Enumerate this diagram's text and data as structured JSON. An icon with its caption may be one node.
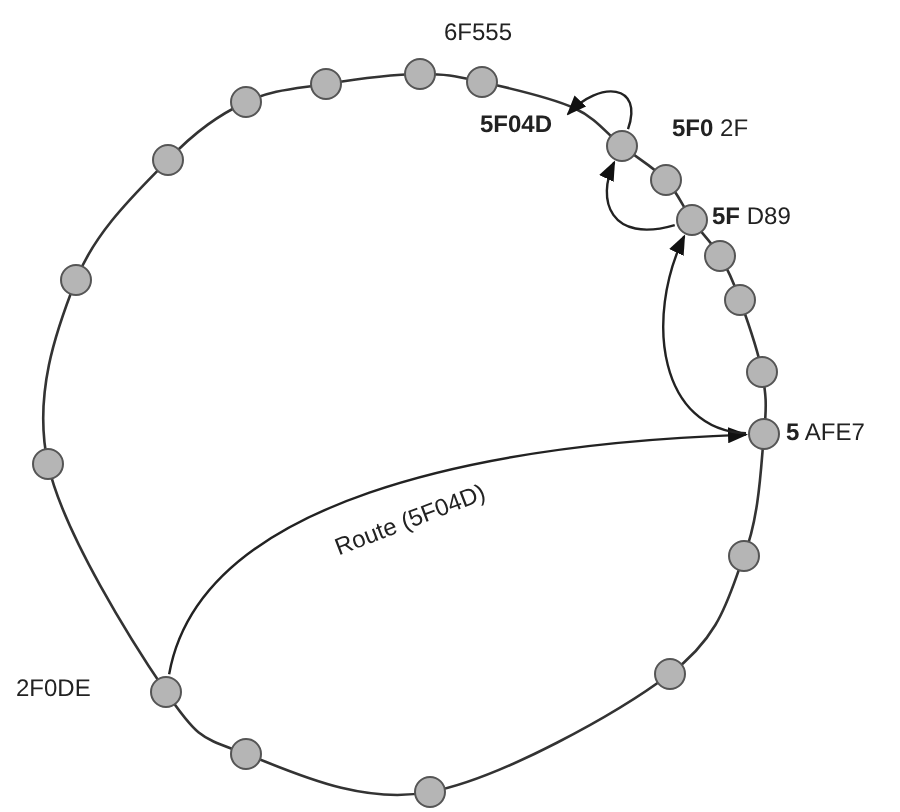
{
  "diagram": {
    "nodes": [
      {
        "text": [],
        "shape": "circle"
      },
      {
        "text": [],
        "shape": "circle"
      },
      {
        "text": [],
        "shape": "circle"
      },
      {
        "text": [],
        "shape": "circle"
      },
      {
        "text": [],
        "shape": "circle"
      },
      {
        "text": [],
        "shape": "circle"
      },
      {
        "text": [],
        "shape": "circle",
        "beside": [
          "6F555"
        ]
      },
      {
        "text": [
          "5F04D"
        ]
      },
      {
        "text": [],
        "shape": "circle",
        "beside": [
          "**5F0** 2F"
        ]
      },
      {
        "text": [],
        "shape": "circle"
      },
      {
        "text": [],
        "shape": "circle",
        "beside": [
          "**5F** D89"
        ]
      },
      {
        "text": [],
        "shape": "circle"
      },
      {
        "text": [],
        "shape": "circle"
      },
      {
        "text": [],
        "shape": "circle"
      },
      {
        "text": [],
        "shape": "circle",
        "beside": [
          "**5** AFE7"
        ]
      },
      {
        "text": [],
        "shape": "circle"
      },
      {
        "text": [],
        "shape": "circle"
      },
      {
        "text": [],
        "shape": "circle"
      },
      {
        "text": [],
        "shape": "circle"
      },
      {
        "text": [],
        "shape": "circle",
        "beside": [
          "2F0DE"
        ]
      }
    ],
    "edges": [
      {
        "from": 19,
        "to": 14,
        "arrow": "to",
        "label": "Route (5F04D)"
      },
      {
        "from": 14,
        "to": 10,
        "arrow": "to"
      },
      {
        "from": 10,
        "to": 8,
        "arrow": "to"
      },
      {
        "from": 8,
        "to": 7,
        "arrow": "to"
      }
    ]
  }
}
